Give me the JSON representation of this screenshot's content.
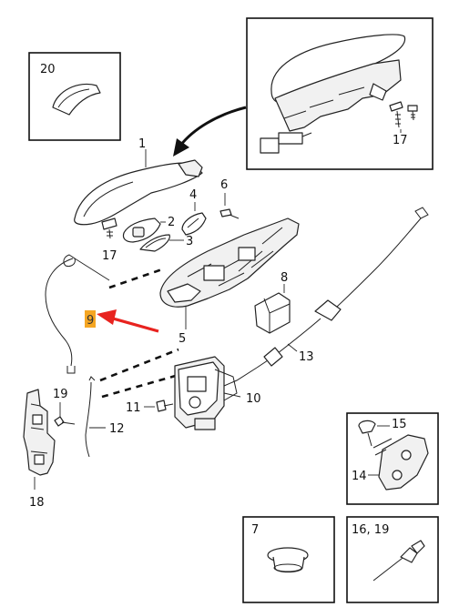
{
  "labels": {
    "p1": "1",
    "p2": "2",
    "p3": "3",
    "p4": "4",
    "p5": "5",
    "p6": "6",
    "p7": "7",
    "p8": "8",
    "p9": "9",
    "p10": "10",
    "p11": "11",
    "p12": "12",
    "p13": "13",
    "p14": "14",
    "p15": "15",
    "p16_19": "16, 19",
    "p17_main": "17",
    "p17_inset": "17",
    "p18": "18",
    "p19": "19",
    "p20": "20"
  },
  "colors": {
    "highlight": "#f5a623",
    "arrow": "#e8231f",
    "line": "#222222"
  }
}
